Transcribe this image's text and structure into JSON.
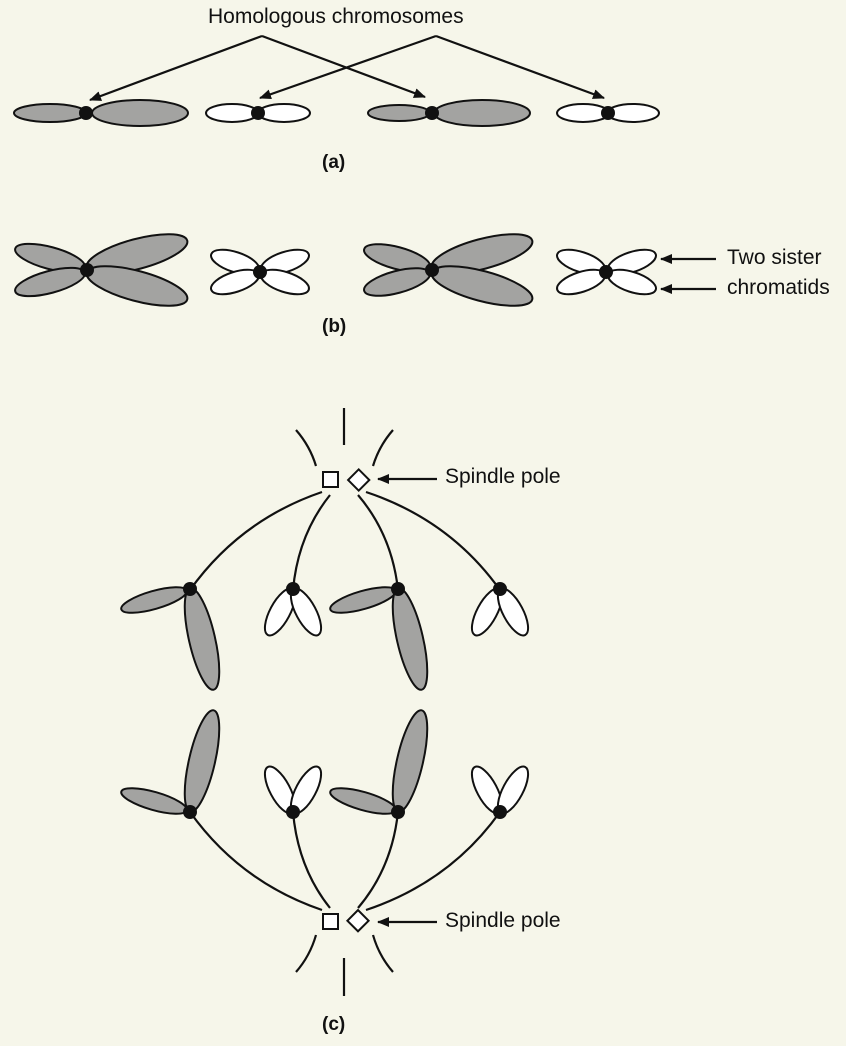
{
  "labels": {
    "homologous": "Homologous chromosomes",
    "panel_a": "(a)",
    "panel_b": "(b)",
    "panel_c": "(c)",
    "sister_line1": "Two sister",
    "sister_line2": "chromatids",
    "spindle_top": "Spindle pole",
    "spindle_bottom": "Spindle pole"
  },
  "colors": {
    "background": "#f6f6ea",
    "chromosome_grey": "#a3a3a1",
    "chromosome_white": "#ffffff",
    "ink": "#111111"
  }
}
